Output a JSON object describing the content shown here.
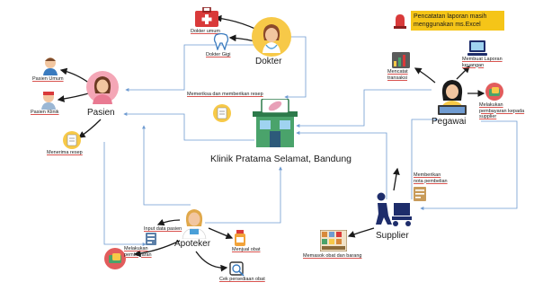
{
  "clinic": {
    "name": "Klinik Pratama Selamat, Bandung"
  },
  "roles": {
    "dokter": "Dokter",
    "pasien": "Pasien",
    "pegawai": "Pegawai",
    "apoteker": "Apoteker",
    "supplier": "Supplier"
  },
  "dokter_items": {
    "umum": "Dokter umum",
    "gigi": "Dokter Gigi"
  },
  "pasien_items": {
    "umum": "Pasien Umum",
    "klinik": "Pasien Klinik"
  },
  "actions": {
    "periksa": "Memeriksa dan memberikan resep",
    "terima_resep": "Menerima resep",
    "input_data": "Input data pasien",
    "menjual_obat": "Menjual obat",
    "pembayaran_apoteker": "Melakukan pembayaran",
    "cek_persediaan": "Cek persediaan obat",
    "memasok": "Memasok obat dan barang",
    "nota": "Memberikan nota pembelian",
    "mencatat": "Mencatat transaksi",
    "laporan": "Membuat Laporan keuangan",
    "pembayaran_supplier": "Melakukan pembayaran kepada supplier"
  },
  "alert": {
    "text": "Pencatatan laporan masih menggunakan ms.Excel",
    "color": "#f5c518"
  },
  "colors": {
    "edge_blue": "#6f9bd1",
    "edge_dark": "#1a1a1a",
    "underline": "#d9534f"
  }
}
